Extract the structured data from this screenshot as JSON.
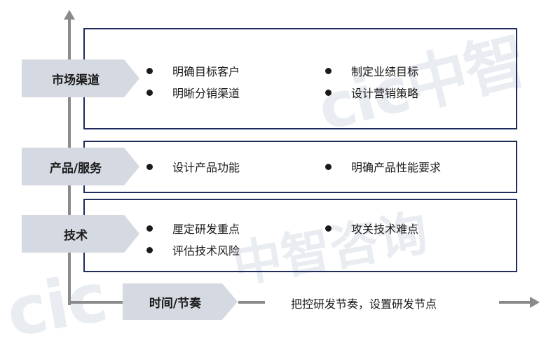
{
  "watermark": "cic中智咨询",
  "rows": [
    {
      "label": "市场渠道",
      "items": [
        "明确目标客户",
        "制定业绩目标",
        "明晰分销渠道",
        "设计营销策略"
      ]
    },
    {
      "label": "产品/服务",
      "items": [
        "设计产品功能",
        "明确产品性能要求"
      ]
    },
    {
      "label": "技术",
      "items": [
        "厘定研发重点",
        "攻关技术难点",
        "评估技术风险"
      ]
    }
  ],
  "timeline": {
    "label": "时间/节奏",
    "text": "把控研发节奏，设置研发节点"
  },
  "colors": {
    "box_border": "#1f2c5c",
    "tag_fill": "#d5d9e1",
    "axis": "#8a8a8a",
    "watermark": "#e9ecf1"
  }
}
